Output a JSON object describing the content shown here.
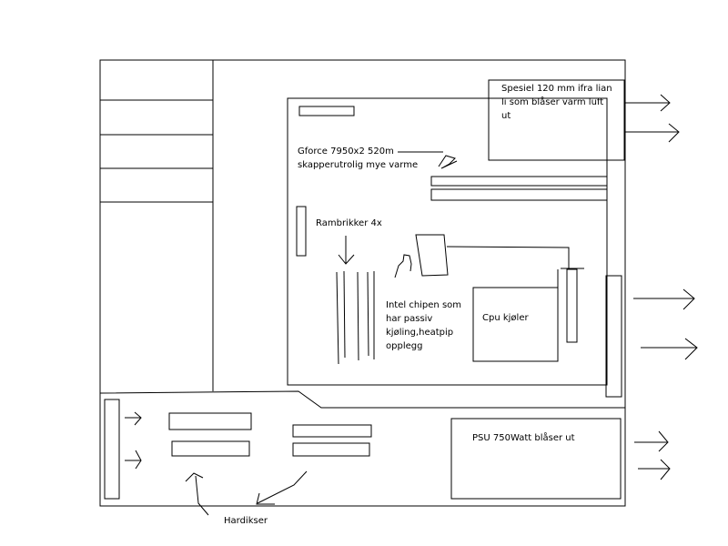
{
  "labels": {
    "fan": [
      "Spesiel 120 mm ifra lian",
      "li som blåser varm luft",
      "ut"
    ],
    "gpu": [
      "Gforce 7950x2 520m",
      "skapperutrolig mye varme"
    ],
    "ram": "Rambrikker 4x",
    "chipset": [
      "Intel chipen som",
      "har passiv",
      "kjøling,heatpip",
      "opplegg"
    ],
    "cpu": "Cpu kjøler",
    "psu": "PSU 750Watt blåser ut",
    "hdd": "Hardikser"
  }
}
